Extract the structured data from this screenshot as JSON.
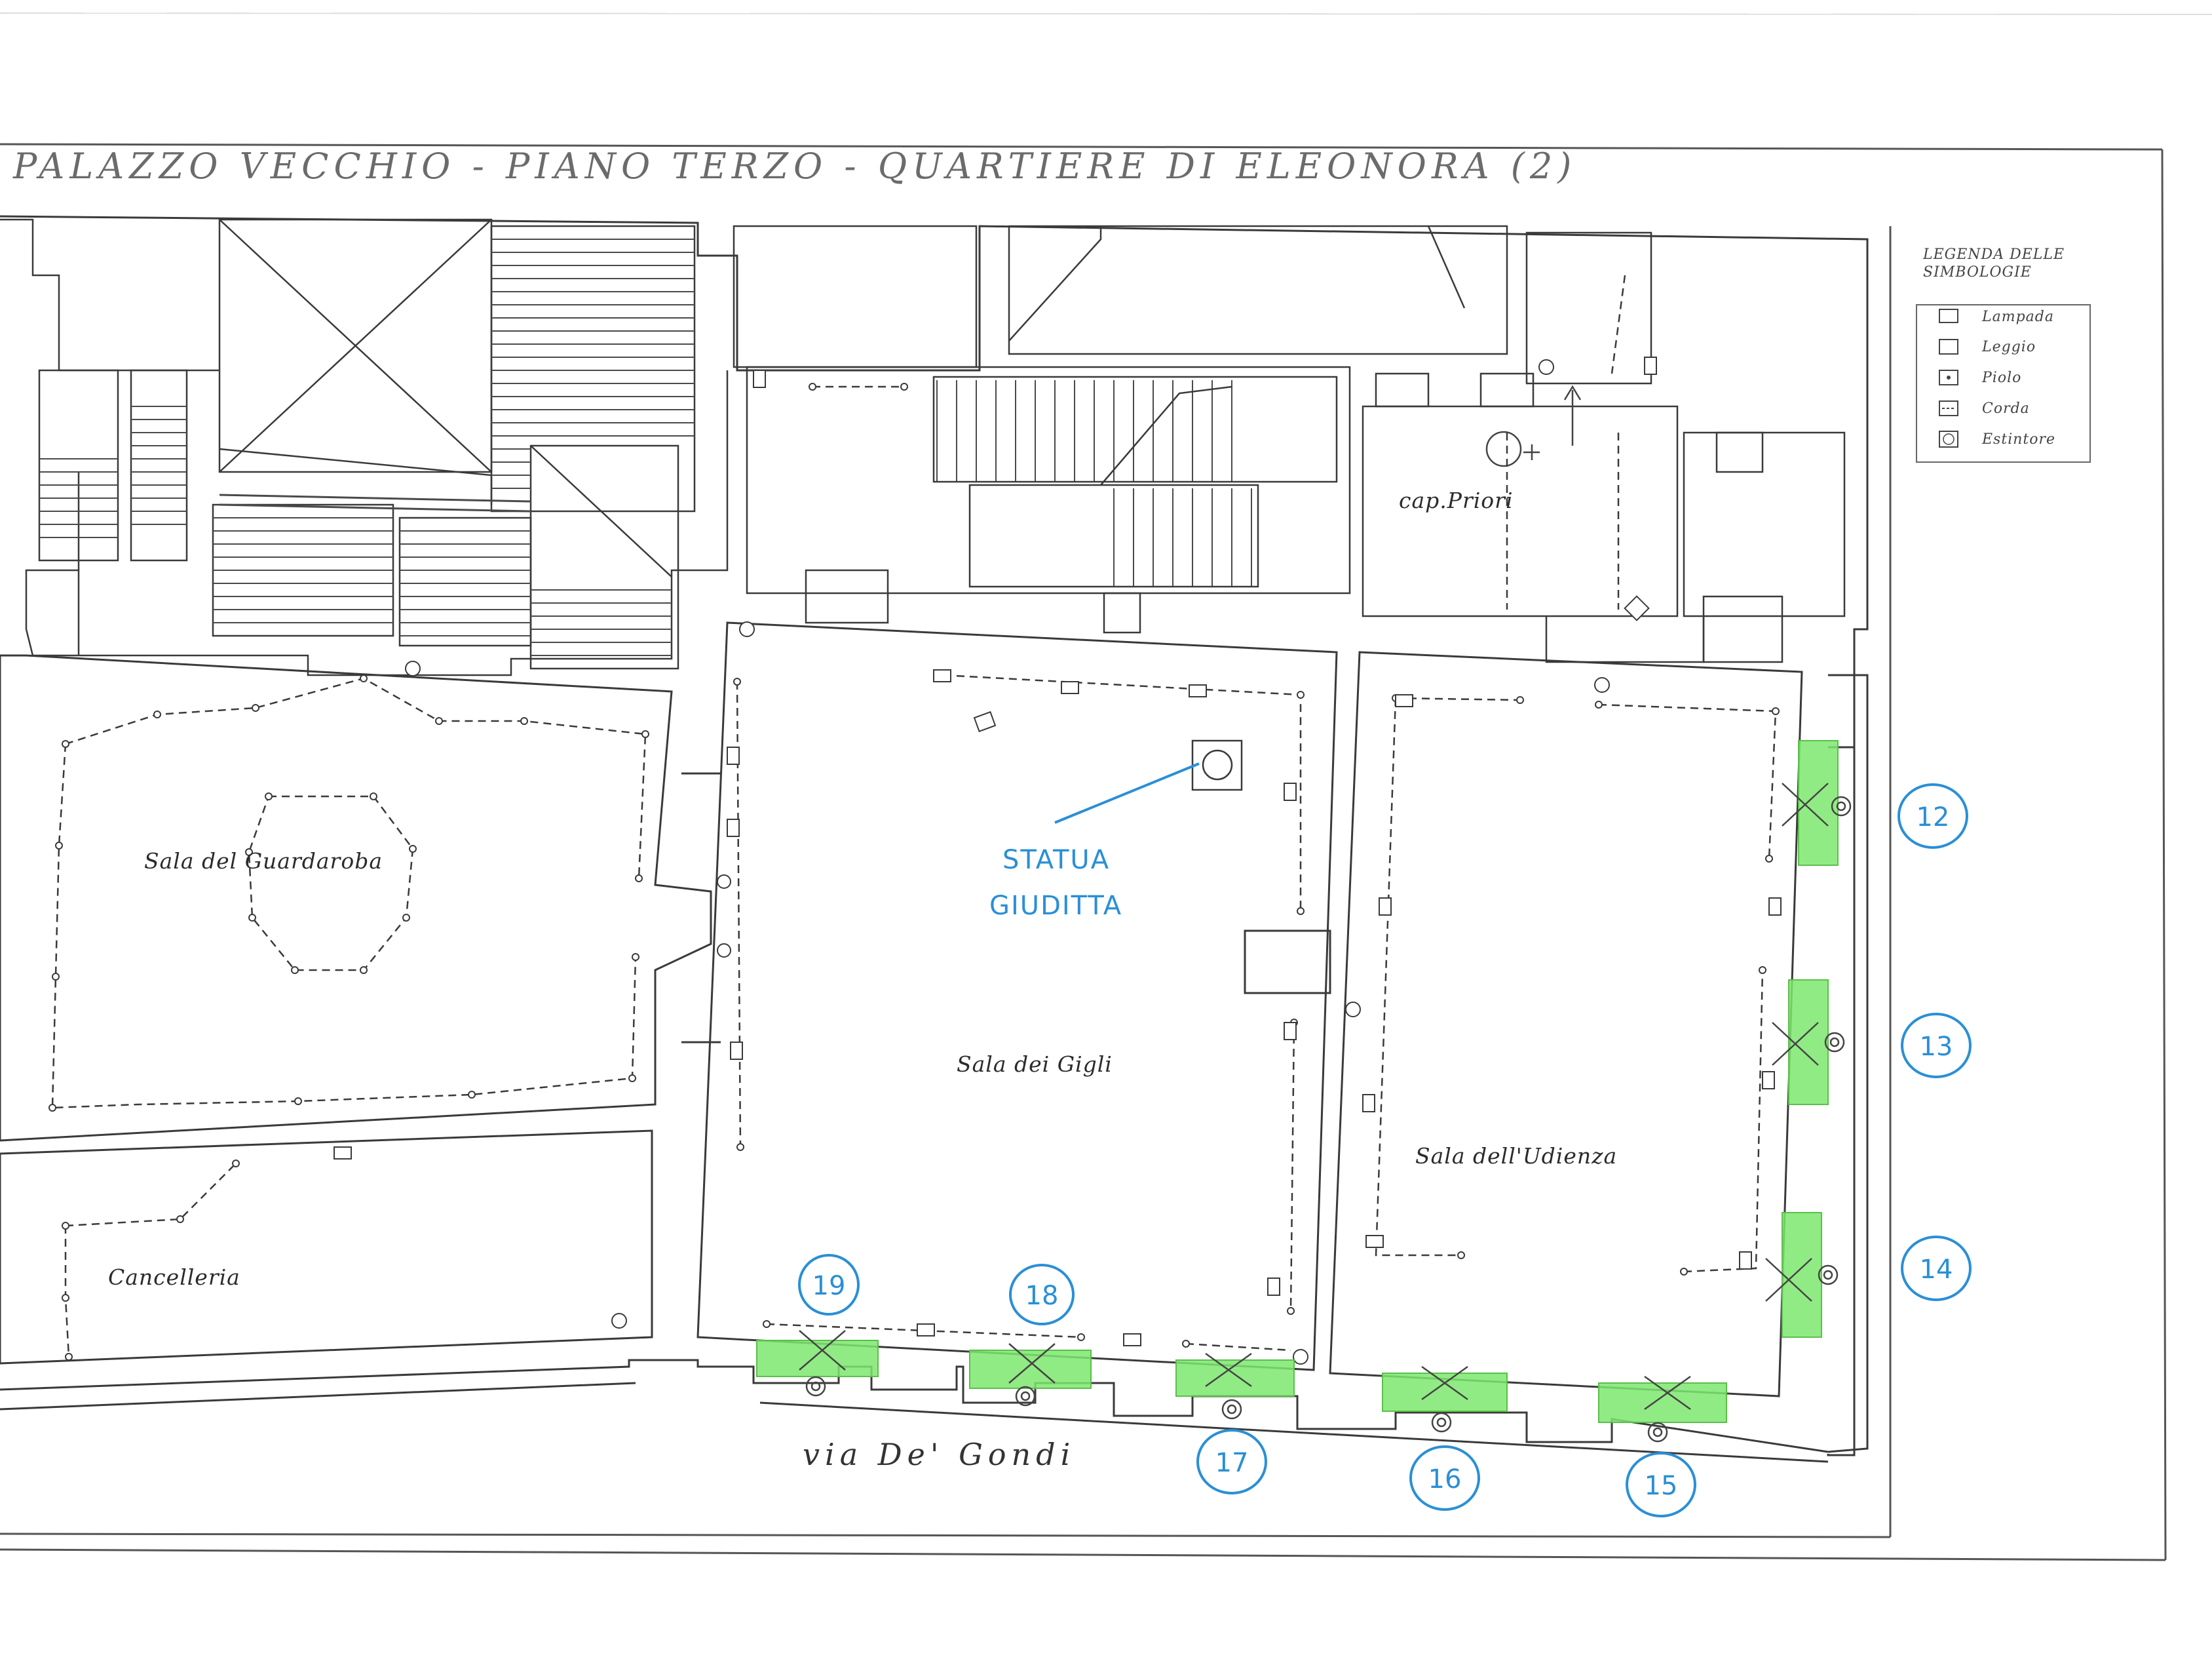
{
  "title": "PALAZZO VECCHIO - PIANO TERZO - QUARTIERE DI ELEONORA (2)",
  "rooms": {
    "guardaroba": "Sala del Guardaroba",
    "gigli": "Sala dei Gigli",
    "udienza": "Sala dell'Udienza",
    "cancelleria": "Cancelleria",
    "priori": "cap.Priori"
  },
  "street": "via De' Gondi",
  "legend": {
    "title_1": "LEGENDA DELLE",
    "title_2": "SIMBOLOGIE",
    "items": [
      "Lampada",
      "Leggio",
      "Piolo",
      "Corda",
      "Estintore"
    ]
  },
  "annotation": {
    "line1": "STATUA",
    "line2": "GIUDITTA"
  },
  "markers": [
    "12",
    "13",
    "14",
    "15",
    "16",
    "17",
    "18",
    "19"
  ],
  "colors": {
    "line": "#3a3a3a",
    "highlight": "#7ee86f",
    "annotation": "#2a8fd6"
  }
}
